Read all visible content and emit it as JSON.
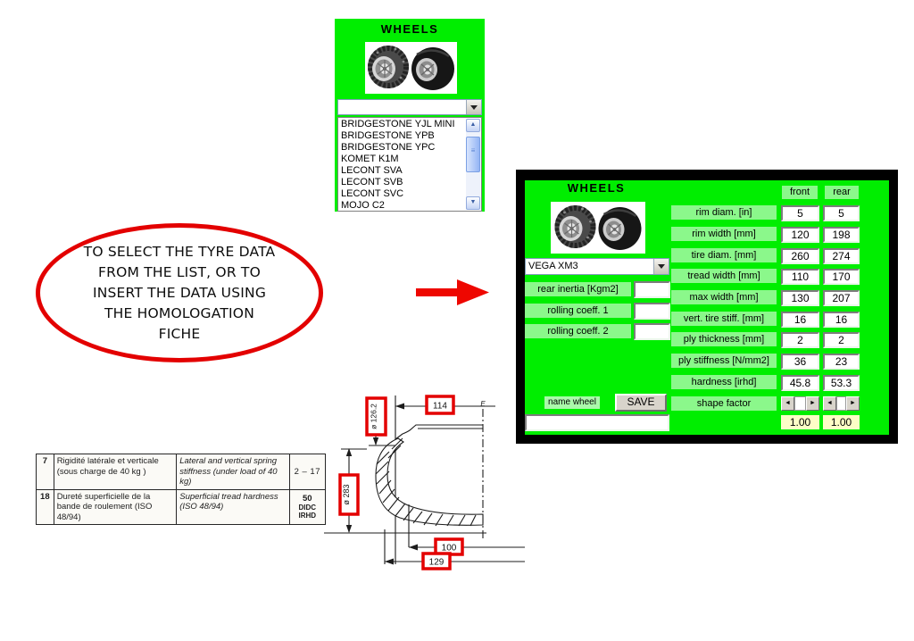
{
  "top_panel": {
    "title": "WHEELS",
    "combo_value": "",
    "list": [
      "BRIDGESTONE YJL MINI",
      "BRIDGESTONE YPB",
      "BRIDGESTONE YPC",
      "KOMET K1M",
      "LECONT SVA",
      "LECONT SVB",
      "LECONT SVC",
      "MOJO C2"
    ]
  },
  "callout": {
    "line1": "TO SELECT THE TYRE DATA",
    "line2": "FROM THE LIST, OR TO",
    "line3": "INSERT THE DATA USING",
    "line4": "THE HOMOLOGATION",
    "line5": "FICHE"
  },
  "main_panel": {
    "title": "WHEELS",
    "combo_value": "VEGA XM3",
    "left_fields": [
      {
        "label": "rear inertia [Kgm2]",
        "value": ""
      },
      {
        "label": "rolling coeff. 1",
        "value": ""
      },
      {
        "label": "rolling coeff. 2",
        "value": ""
      }
    ],
    "col_headers": {
      "front": "front",
      "rear": "rear"
    },
    "rows": [
      {
        "label": "rim diam. [in]",
        "front": "5",
        "rear": "5"
      },
      {
        "label": "rim width [mm]",
        "front": "120",
        "rear": "198"
      },
      {
        "label": "tire diam. [mm]",
        "front": "260",
        "rear": "274"
      },
      {
        "label": "tread width [mm]",
        "front": "110",
        "rear": "170"
      },
      {
        "label": "max width [mm]",
        "front": "130",
        "rear": "207"
      },
      {
        "label": "vert. tire stiff. [mm]",
        "front": "16",
        "rear": "16"
      },
      {
        "label": "ply thickness [mm]",
        "front": "2",
        "rear": "2"
      },
      {
        "label": "ply stiffness [N/mm2]",
        "front": "36",
        "rear": "23"
      },
      {
        "label": "hardness [irhd]",
        "front": "45.8",
        "rear": "53.3"
      }
    ],
    "shape_factor": {
      "label": "shape factor",
      "front": "1.00",
      "rear": "1.00"
    },
    "name_wheel_label": "name wheel",
    "save_label": "SAVE",
    "name_input_value": ""
  },
  "fiche_table": {
    "rows": [
      {
        "num": "7",
        "fr": "Rigidité latérale et verticale (sous charge de 40 kg )",
        "en": "Lateral and vertical spring stiffness (under load of 40 kg)",
        "value": "2 – 17"
      },
      {
        "num": "18",
        "fr": "Dureté superficielle de la bande de roulement (ISO 48/94)",
        "en": "Superficial tread hardness (ISO 48/94)",
        "value_lines": [
          "50",
          "DIDC",
          "IRHD"
        ]
      }
    ]
  },
  "drawing": {
    "dims": {
      "d126": "ø 126.2",
      "d114": "114",
      "d283": "ø 283",
      "d100": "100",
      "d129": "129"
    },
    "centerline_mark": "E"
  },
  "colors": {
    "panel_green": "#00ee00",
    "cell_green": "#8bf88b",
    "accent_red": "#e30000",
    "value_yellow": "#fdfdc6"
  }
}
